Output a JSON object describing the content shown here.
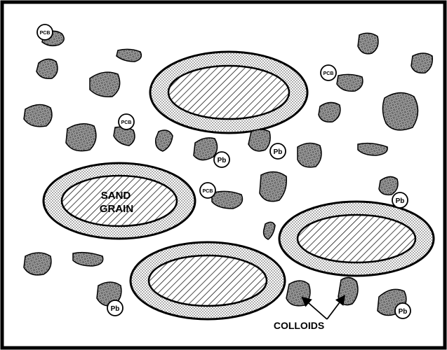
{
  "figure": {
    "sand_grain_label_line1": "SAND",
    "sand_grain_label_line2": "GRAIN",
    "colloids_label": "COLLOIDS",
    "contaminant_pcb": "PCB",
    "contaminant_pb": "Pb"
  },
  "colors": {
    "frame": "#000000",
    "coating_fill": "#e6e6e6",
    "colloid_fill": "#8a8a8a",
    "background": "#ffffff"
  }
}
